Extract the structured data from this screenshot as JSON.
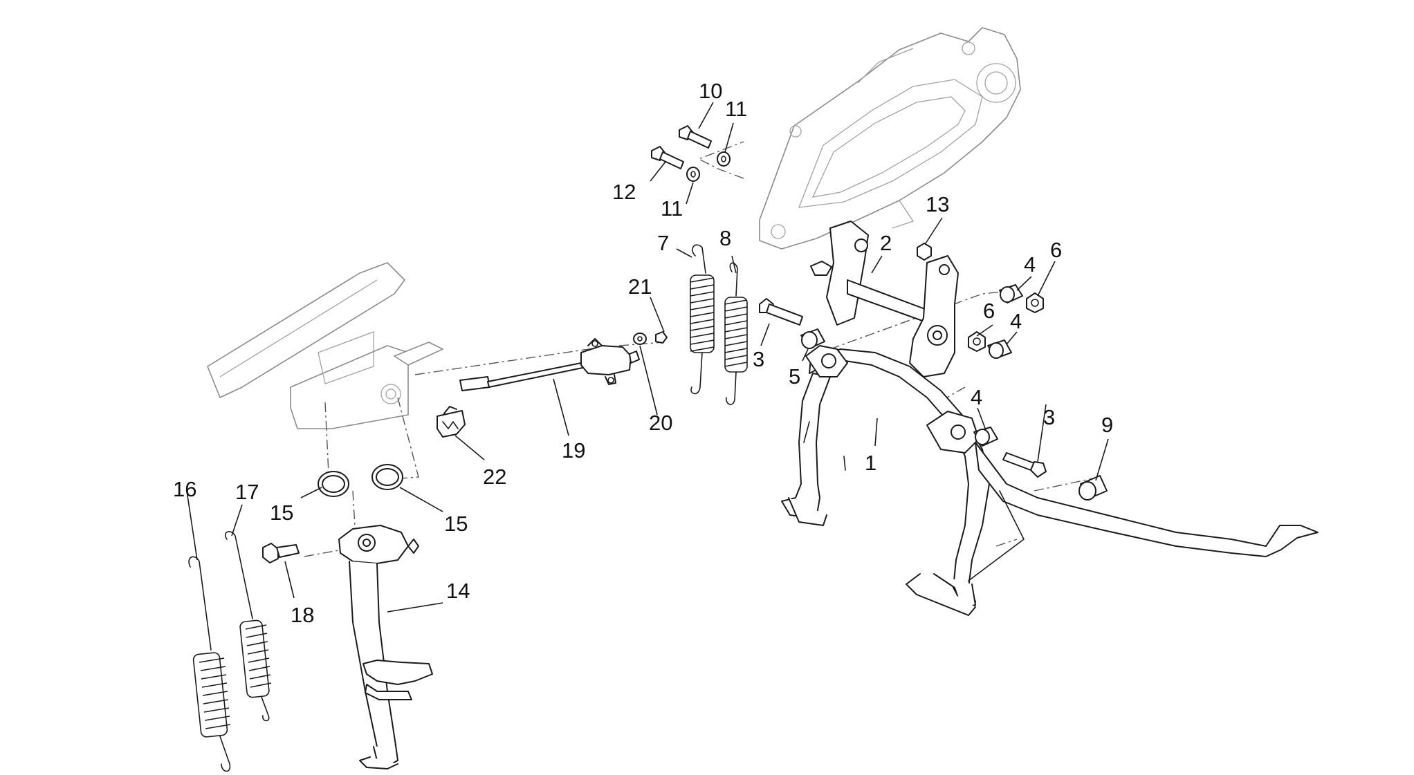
{
  "diagram": {
    "callouts": [
      {
        "id": "c1",
        "number": "1"
      },
      {
        "id": "c2",
        "number": "2"
      },
      {
        "id": "c3a",
        "number": "3"
      },
      {
        "id": "c3b",
        "number": "3"
      },
      {
        "id": "c4a",
        "number": "4"
      },
      {
        "id": "c4b",
        "number": "4"
      },
      {
        "id": "c4c",
        "number": "4"
      },
      {
        "id": "c5",
        "number": "5"
      },
      {
        "id": "c6a",
        "number": "6"
      },
      {
        "id": "c6b",
        "number": "6"
      },
      {
        "id": "c7",
        "number": "7"
      },
      {
        "id": "c8",
        "number": "8"
      },
      {
        "id": "c9",
        "number": "9"
      },
      {
        "id": "c10",
        "number": "10"
      },
      {
        "id": "c11a",
        "number": "11"
      },
      {
        "id": "c11b",
        "number": "11"
      },
      {
        "id": "c12",
        "number": "12"
      },
      {
        "id": "c13",
        "number": "13"
      },
      {
        "id": "c14",
        "number": "14"
      },
      {
        "id": "c15a",
        "number": "15"
      },
      {
        "id": "c15b",
        "number": "15"
      },
      {
        "id": "c16",
        "number": "16"
      },
      {
        "id": "c17",
        "number": "17"
      },
      {
        "id": "c18",
        "number": "18"
      },
      {
        "id": "c19",
        "number": "19"
      },
      {
        "id": "c20",
        "number": "20"
      },
      {
        "id": "c21",
        "number": "21"
      },
      {
        "id": "c22",
        "number": "22"
      }
    ]
  }
}
